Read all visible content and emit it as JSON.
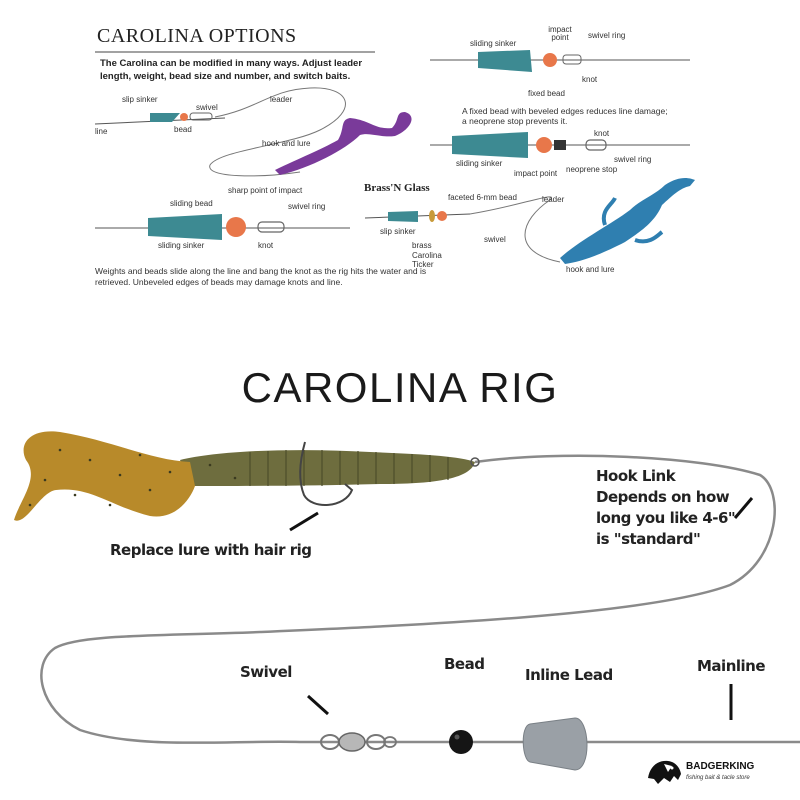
{
  "top": {
    "title": "CAROLINA OPTIONS",
    "intro": "The Carolina can be modified in many ways. Adjust leader length, weight, bead size and number, and switch baits.",
    "rig1": {
      "slip_sinker": "slip sinker",
      "swivel": "swivel",
      "leader": "leader",
      "line": "line",
      "bead": "bead",
      "hook_and_lure": "hook and lure"
    },
    "rig2": {
      "sliding_bead": "sliding bead",
      "sharp_point": "sharp point of impact",
      "swivel_ring": "swivel ring",
      "sliding_sinker": "sliding sinker",
      "knot": "knot"
    },
    "rig3": {
      "sliding_sinker": "sliding sinker",
      "impact_point": "impact point",
      "swivel_ring": "swivel ring",
      "knot": "knot",
      "fixed_bead": "fixed bead"
    },
    "fixed_bead_note": "A fixed bead with beveled edges reduces line damage; a neoprene stop prevents it.",
    "rig4": {
      "knot": "knot",
      "sliding_sinker": "sliding sinker",
      "swivel_ring": "swivel ring",
      "impact_point": "impact point",
      "neoprene_stop": "neoprene stop"
    },
    "brass": {
      "title": "Brass'N Glass",
      "faceted_bead": "faceted 6-mm bead",
      "leader": "leader",
      "slip_sinker": "slip sinker",
      "brass_ticker": "brass Carolina Ticker",
      "swivel": "swivel",
      "hook_and_lure": "hook and lure"
    },
    "weights_note": "Weights and beads slide along the line and bang the knot as the rig hits the water and is retrieved. Unbeveled edges of beads may damage knots and line."
  },
  "main": {
    "title": "CAROLINA RIG",
    "hook_link": "Hook  Link Depends on how long you like 4-6\" is \"standard\"",
    "replace_lure": "Replace lure with hair rig",
    "swivel": "Swivel",
    "bead": "Bead",
    "inline_lead": "Inline Lead",
    "mainline": "Mainline"
  },
  "brand": {
    "name": "BADGERKING",
    "tagline": "fishing bait & tacle store"
  },
  "colors": {
    "sinker_teal": "#3d8a92",
    "bead_orange": "#e8774a",
    "lure_purple": "#7a3a9a",
    "lure_blue": "#2f7fb0",
    "worm_olive": "#8a8a4a",
    "tail_yellow": "#b88a2a",
    "lead_grey": "#9aa0a6"
  }
}
